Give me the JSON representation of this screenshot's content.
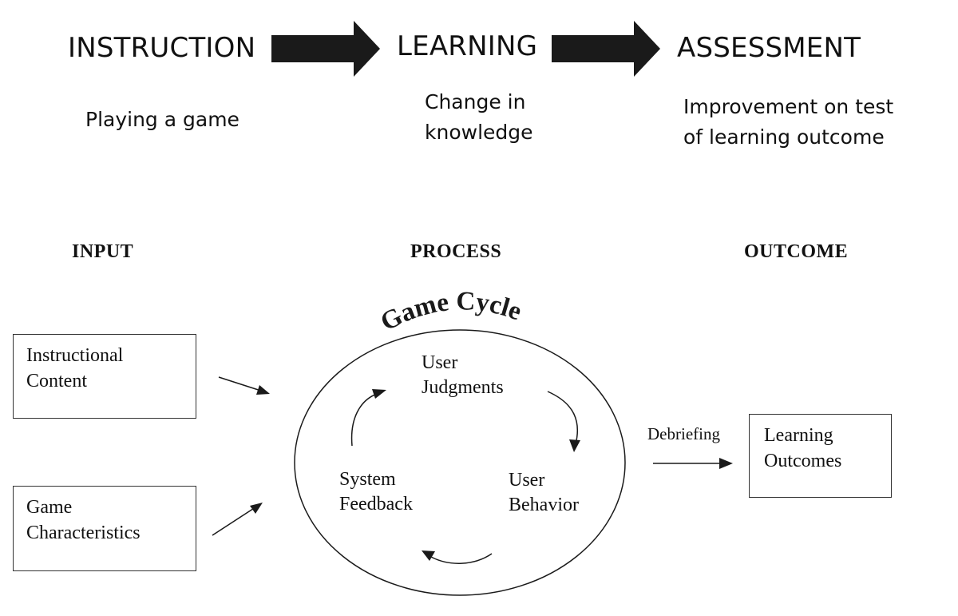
{
  "top_flow": {
    "stages": [
      {
        "heading": "INSTRUCTION",
        "description": [
          "Playing a game"
        ]
      },
      {
        "heading": "LEARNING",
        "description": [
          "Change in",
          "knowledge"
        ]
      },
      {
        "heading": "ASSESSMENT",
        "description": [
          "Improvement on test",
          "of learning outcome"
        ]
      }
    ]
  },
  "model": {
    "columns": {
      "input": "INPUT",
      "process": "PROCESS",
      "outcome": "OUTCOME"
    },
    "inputs": [
      {
        "lines": [
          "Instructional",
          "Content"
        ]
      },
      {
        "lines": [
          "Game",
          "Characteristics"
        ]
      }
    ],
    "cycle": {
      "title": "Game Cycle",
      "nodes": {
        "user_judgments": [
          "User",
          "Judgments"
        ],
        "user_behavior": [
          "User",
          "Behavior"
        ],
        "system_feedback": [
          "System",
          "Feedback"
        ]
      }
    },
    "debriefing_label": "Debriefing",
    "outcome_box": {
      "lines": [
        "Learning",
        "Outcomes"
      ]
    }
  },
  "colors": {
    "ink": "#111111",
    "arrow_fill": "#1a1a1a",
    "box_border": "#333333"
  }
}
